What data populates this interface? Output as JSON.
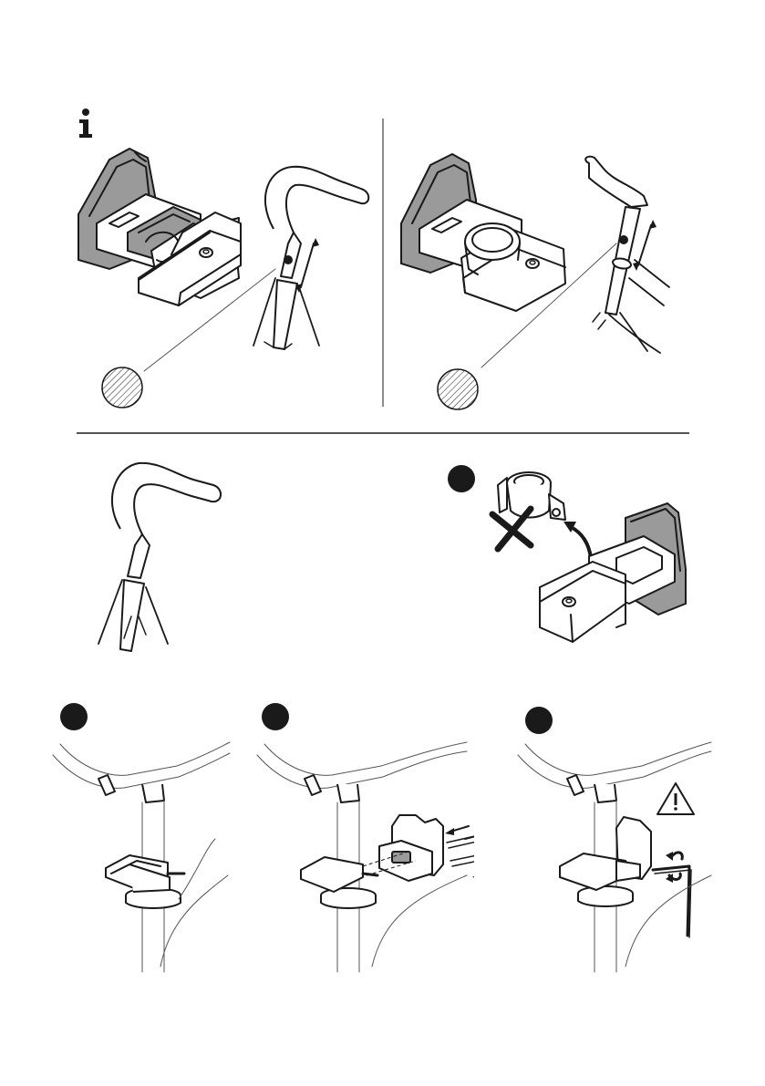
{
  "page": {
    "info_icon": "info-icon",
    "warning_icon": "warning-triangle-icon"
  },
  "sections": {
    "top_left": {
      "figure": "bracket-with-small-clamp-on-handlebar-stem",
      "swatch": "hatched-circle-icon"
    },
    "top_right": {
      "figure": "bracket-with-ring-clamp-on-frame-tube",
      "swatch": "hatched-circle-icon"
    },
    "middle_left": {
      "figure": "handlebar-stem"
    },
    "middle_right": {
      "figure": "remove-ring-adapter",
      "step_badge": "step-1"
    },
    "bottom_steps": [
      {
        "badge": "step-2",
        "figure": "clamp-on-stem"
      },
      {
        "badge": "step-3",
        "figure": "attach-bracket-with-bolts"
      },
      {
        "badge": "step-4",
        "figure": "tighten-with-hex-key"
      }
    ]
  },
  "colors": {
    "ink": "#1a1a1a",
    "bracket_fill": "#9a9a9a",
    "background": "#ffffff"
  }
}
